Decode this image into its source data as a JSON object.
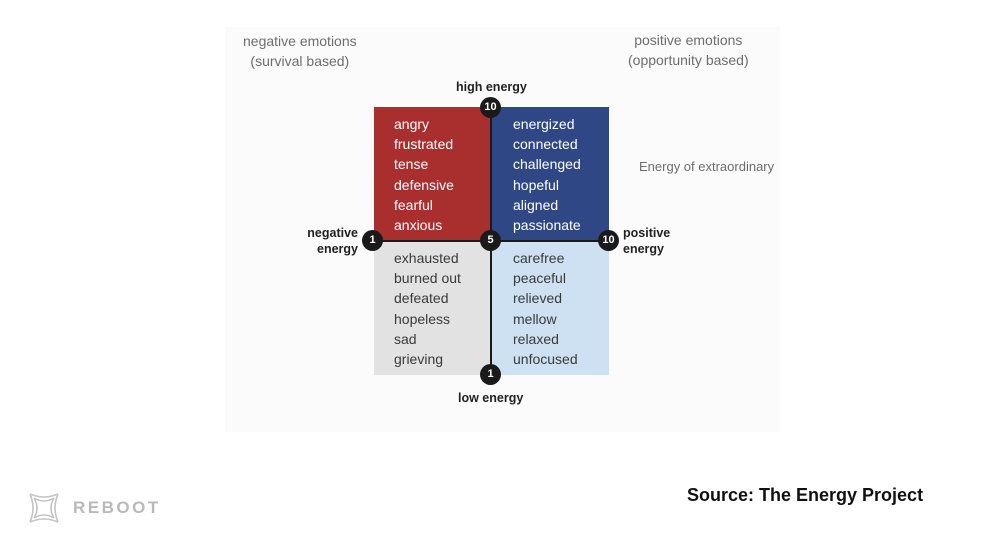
{
  "diagram": {
    "top_left_note": [
      "negative emotions",
      "(survival based)"
    ],
    "top_right_note": [
      "positive emotions",
      "(opportunity based)"
    ],
    "side_note": "Energy of extraordinary",
    "axis": {
      "top": "high energy",
      "bottom": "low energy",
      "left": [
        "negative",
        "energy"
      ],
      "right": [
        "positive",
        "energy"
      ]
    },
    "nodes": {
      "top": "10",
      "center": "5",
      "left": "1",
      "right": "10",
      "bottom": "1"
    },
    "quadrants": {
      "top_left": {
        "words": [
          "angry",
          "frustrated",
          "tense",
          "defensive",
          "fearful",
          "anxious"
        ],
        "color": "#a92f2f"
      },
      "top_right": {
        "words": [
          "energized",
          "connected",
          "challenged",
          "hopeful",
          "aligned",
          "passionate"
        ],
        "color": "#2f4785"
      },
      "bottom_left": {
        "words": [
          "exhausted",
          "burned out",
          "defeated",
          "hopeless",
          "sad",
          "grieving"
        ],
        "color": "#e2e2e2"
      },
      "bottom_right": {
        "words": [
          "carefree",
          "peaceful",
          "relieved",
          "mellow",
          "relaxed",
          "unfocused"
        ],
        "color": "#cde1f2"
      }
    }
  },
  "logo": {
    "text": "REBOOT"
  },
  "source": "Source: The Energy Project"
}
